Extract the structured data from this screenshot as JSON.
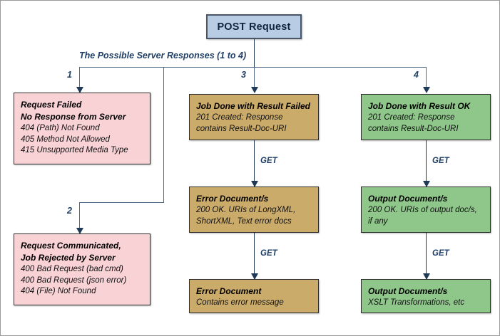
{
  "diagram": {
    "title_node": {
      "label": "POST Request"
    },
    "bus_label": "The Possible Server Responses (1 to 4)",
    "branch_numbers": {
      "one": "1",
      "two": "2",
      "three": "3",
      "four": "4"
    },
    "edge_labels": {
      "get1": "GET",
      "get2": "GET",
      "get3": "GET",
      "get4": "GET"
    },
    "colors": {
      "start_fill": "#b8cce4",
      "failure_fill": "#f9d2d6",
      "error_fill": "#cbab6a",
      "success_fill": "#8fc78b",
      "connector": "#1f3a56",
      "label_text": "#1f3f66"
    },
    "nodes": {
      "request_failed": {
        "title": "Request Failed",
        "subtitle": "No Response from Server",
        "lines": [
          "404 (Path) Not Found",
          "405 Method Not Allowed",
          "415 Unsupported Media Type"
        ]
      },
      "request_rejected": {
        "title": "Request Communicated,",
        "subtitle": "Job Rejected by Server",
        "lines": [
          "400 Bad Request (bad cmd)",
          "400 Bad Request (json error)",
          "404 (File) Not Found"
        ]
      },
      "job_failed": {
        "title": "Job Done with Result Failed",
        "lines": [
          "201 Created: Response",
          "contains Result-Doc-URI"
        ]
      },
      "error_documents": {
        "title": "Error Document/s",
        "lines": [
          "200 OK. URIs of  LongXML,",
          "ShortXML, Text error docs"
        ]
      },
      "error_document": {
        "title": "Error Document",
        "lines": [
          "Contains error message"
        ]
      },
      "job_ok": {
        "title": "Job Done with Result OK",
        "lines": [
          "201 Created: Response",
          "contains Result-Doc-URI"
        ]
      },
      "output_documents": {
        "title": "Output Document/s",
        "lines": [
          "200 OK. URIs of output doc/s,",
          "if any"
        ]
      },
      "output_document": {
        "title": "Output Document/s",
        "lines": [
          "XSLT Transformations, etc"
        ]
      }
    }
  }
}
